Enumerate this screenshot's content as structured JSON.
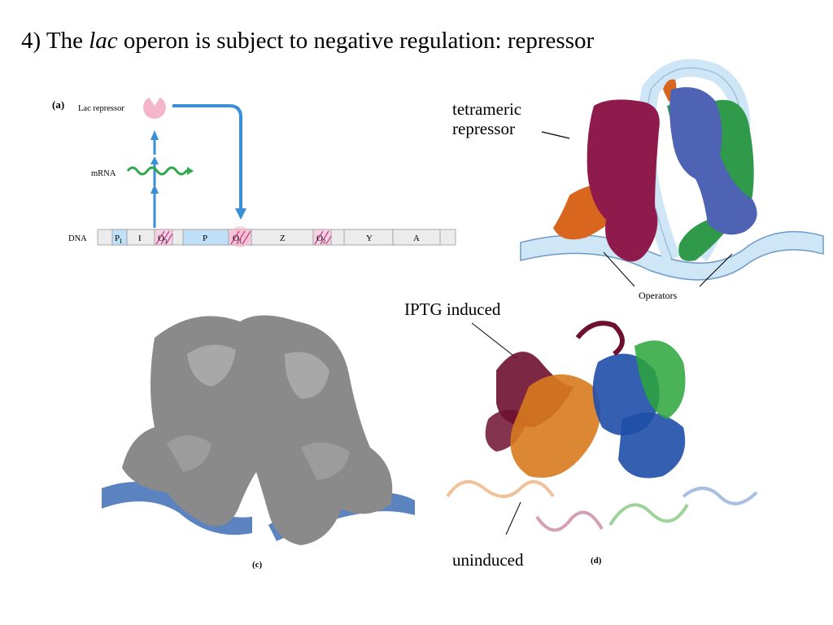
{
  "title": {
    "prefix": "4) The ",
    "italic": "lac",
    "suffix": " operon is subject to negative regulation: repressor"
  },
  "panel_a": {
    "letter": "(a)",
    "repressor_label": "Lac repressor",
    "mrna_label": "mRNA",
    "dna_label": "DNA",
    "segments": [
      "P",
      "I",
      "O",
      "P",
      "O",
      "Z",
      "O",
      "Y",
      "A"
    ],
    "pi_subscript": "I",
    "o_subscripts": [
      "3",
      "1",
      "2"
    ],
    "colors": {
      "arrow_blue": "#3a8fd6",
      "mrna_green": "#2ea84a",
      "repressor_pink": "#f4b6c8",
      "operator_magenta": "#c2378a",
      "promoter_blue": "#bfe0f7"
    }
  },
  "panel_b": {
    "callout": [
      "tetrameric",
      "repressor"
    ],
    "operators_label": "Operators",
    "colors": {
      "crimson": "#8e1b4b",
      "blue": "#4e63b3",
      "green": "#2f9a4a",
      "orange": "#d9661f",
      "dna": "#cfe6f7"
    }
  },
  "panel_c": {
    "letter": "(c)",
    "colors": {
      "surface": "#8a8a8a",
      "dna": "#3e6db5"
    }
  },
  "panel_d": {
    "letter": "(d)",
    "iptg_label": "IPTG induced",
    "uninduced_label": "uninduced",
    "colors": {
      "maroon": "#6e1030",
      "orange": "#d77a1e",
      "blue": "#1f4fa8",
      "green": "#2aa63a",
      "peach": "#f0c29a",
      "mauve": "#d3a0b5",
      "light_green": "#9ed49a",
      "light_blue": "#a9bfe2"
    }
  }
}
